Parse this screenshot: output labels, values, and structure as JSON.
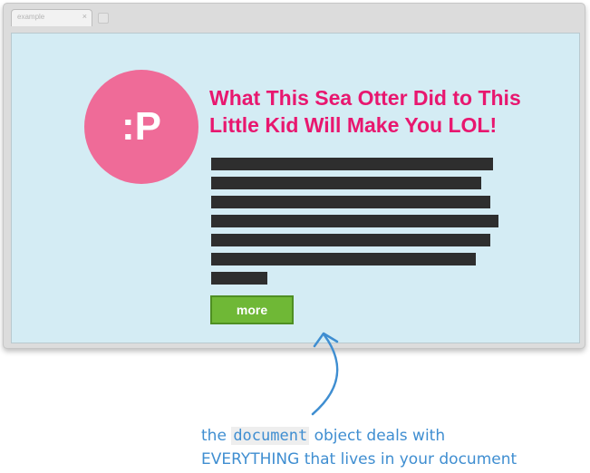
{
  "browser": {
    "tab_label": "example",
    "tab_close": "×"
  },
  "page": {
    "avatar_text": ":P",
    "headline_line1": "What This Sea Otter Did to This",
    "headline_line2": "Little Kid Will Make You LOL!",
    "more_label": "more"
  },
  "caption": {
    "line1_prefix": "the ",
    "line1_code": "document",
    "line1_suffix": " object deals with",
    "line2": "EVERYTHING that lives in your document"
  },
  "colors": {
    "viewport_bg": "#d4ecf4",
    "avatar": "#ef6b98",
    "headline": "#e8176f",
    "text_bars": "#2e2e2e",
    "button": "#6fb836",
    "caption": "#3f8ed1"
  }
}
